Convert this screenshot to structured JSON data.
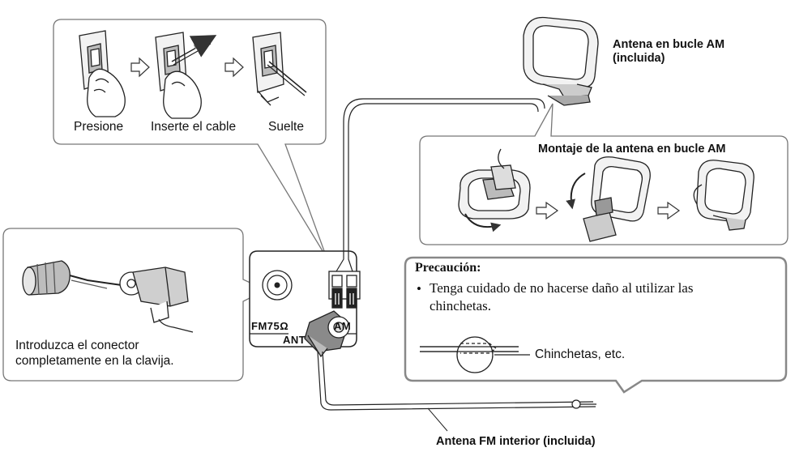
{
  "callout_steps": {
    "press": "Presione",
    "insert": "Inserte el cable",
    "release": "Suelte"
  },
  "fm_callout": {
    "instruction_line1": "Introduzca el conector",
    "instruction_line2": "completamente en la clavija."
  },
  "am_loop": {
    "title_line1": "Antena en bucle AM",
    "title_line2": "(incluida)"
  },
  "am_assembly": {
    "title": "Montaje de la antena en bucle AM"
  },
  "caution": {
    "heading": "Precaución:",
    "bullet": "•",
    "text_line1": "Tenga cuidado de no hacerse daño al utilizar las",
    "text_line2": "chinchetas.",
    "pins_label": "Chinchetas, etc."
  },
  "panel": {
    "fm_label": "FM75Ω",
    "am_label": "AM",
    "ant_label": "ANT"
  },
  "fm_antenna": {
    "label": "Antena FM interior (incluida)"
  }
}
